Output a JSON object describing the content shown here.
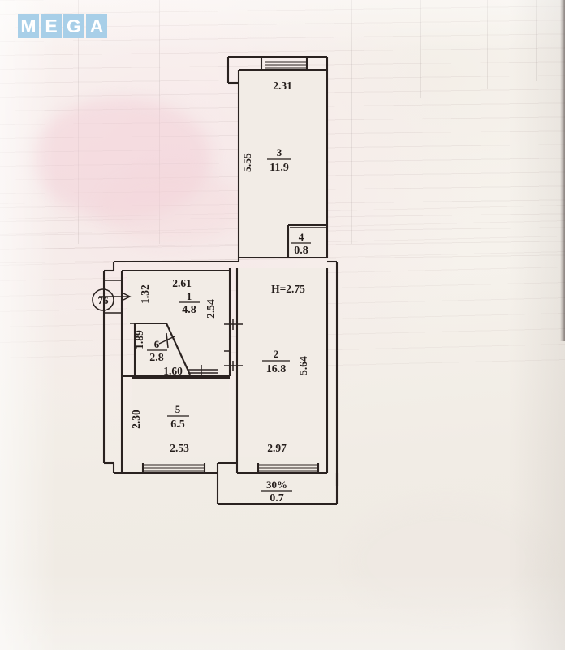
{
  "document": {
    "type": "apartment-floor-plan-scan",
    "watermark": {
      "letters": [
        "M",
        "E",
        "G",
        "A"
      ],
      "tile_color": "#a8cfe8",
      "text_color": "#ffffff"
    },
    "paper_color": "#f3efe9",
    "ink_color": "#241d1b"
  },
  "plan": {
    "apartment_number": "76",
    "ceiling_height_label": "H=2.75",
    "balcony_coefficient": "30%",
    "balcony_area": "0.7",
    "rooms": [
      {
        "number": "1",
        "area": "4.8"
      },
      {
        "number": "2",
        "area": "16.8"
      },
      {
        "number": "3",
        "area": "11.9"
      },
      {
        "number": "4",
        "area": "0.8"
      },
      {
        "number": "5",
        "area": "6.5"
      },
      {
        "number": "6",
        "area": "2.8"
      }
    ],
    "dimensions": {
      "room3_width": "2.31",
      "room3_height": "5.55",
      "room1_width": "2.61",
      "room1_left": "1.32",
      "room1_right": "2.54",
      "room6_left": "1.89",
      "room6_bottom": "1.60",
      "room5_left": "2.30",
      "room5_bottom": "2.53",
      "room2_bottom": "2.97",
      "room2_right": "5.64"
    }
  }
}
